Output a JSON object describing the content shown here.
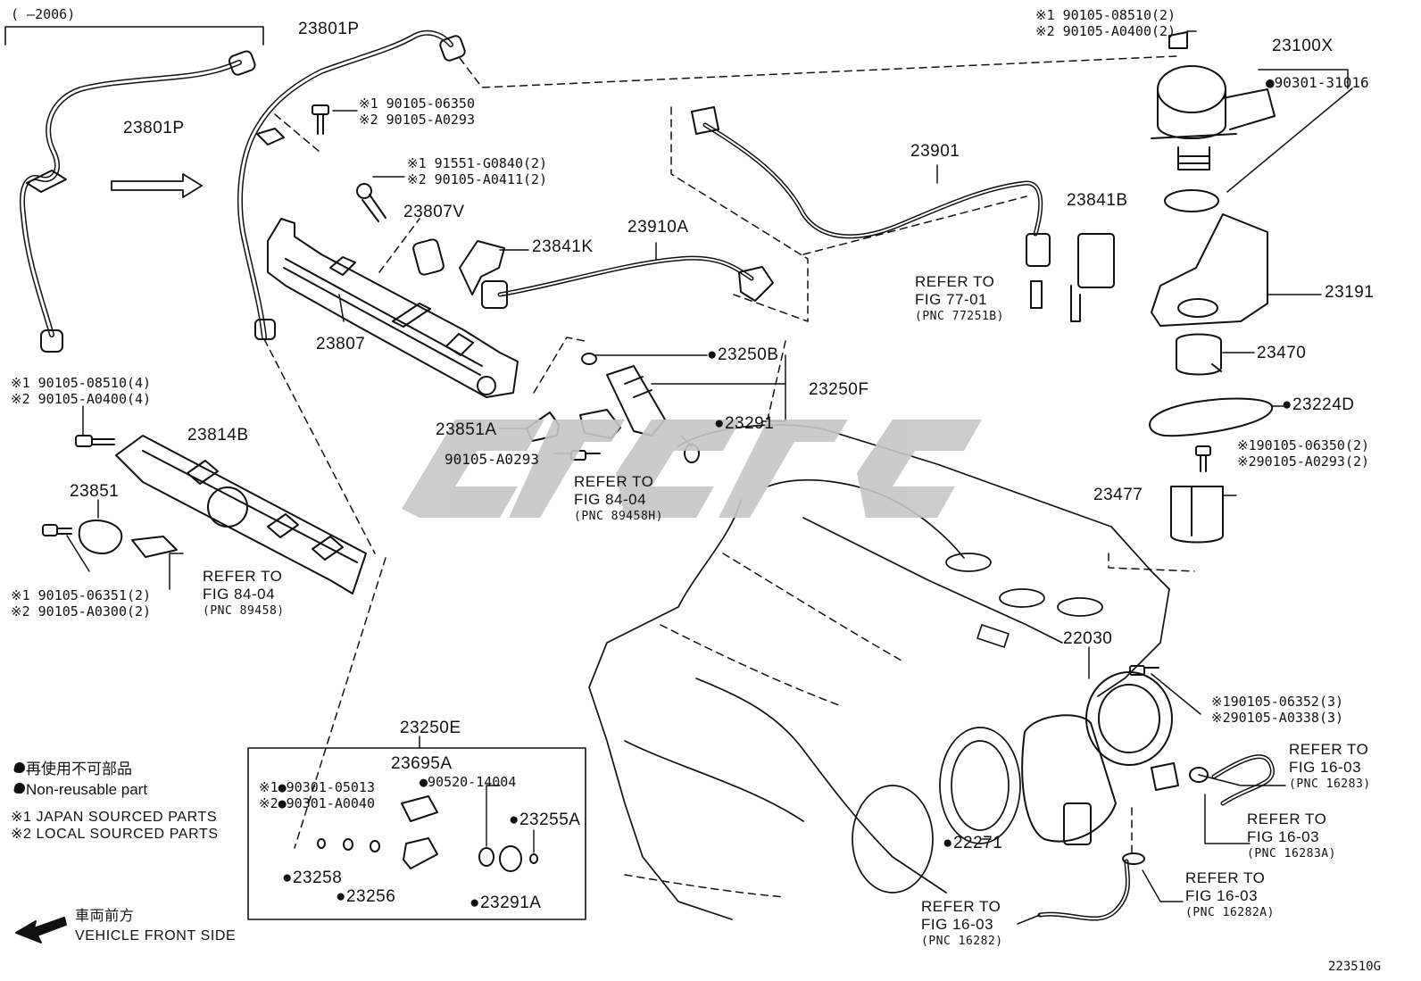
{
  "diagram": {
    "figure_id": "223510G",
    "date_range": "(    –2006)",
    "legend": {
      "non_reusable_jp": "● 再使用不可部品",
      "non_reusable_en": "● Non-reusable part",
      "japan": "※1  JAPAN SOURCED PARTS",
      "local": "※2  LOCAL SOURCED PARTS"
    },
    "front_side": {
      "jp": "車両前方",
      "en": "VEHICLE FRONT SIDE"
    },
    "parts": {
      "p23801P_a": "23801P",
      "p23801P_b": "23801P",
      "p23807V": "23807V",
      "p23841K": "23841K",
      "p23910A": "23910A",
      "p23807": "23807",
      "p23901": "23901",
      "p23841B": "23841B",
      "p23100X": "23100X",
      "p23191": "23191",
      "p23470": "23470",
      "p23224D": "●23224D",
      "p23477": "23477",
      "p23250B": "●23250B",
      "p23250F": "23250F",
      "p23291": "●23291",
      "p23851A": "23851A",
      "p23814B": "23814B",
      "p23851": "23851",
      "p22030": "22030",
      "p22271": "●22271",
      "p23250E": "23250E",
      "p23695A": "23695A",
      "p23255A": "●23255A",
      "p23258": "●23258",
      "p23256": "●23256",
      "p23291A": "●23291A",
      "bolt_90105_A0293": "90105-A0293"
    },
    "callouts": {
      "c1": [
        "※1 90105-06350",
        "※2 90105-A0293"
      ],
      "c2": [
        "※1 91551-G0840(2)",
        "※2 90105-A0411(2)"
      ],
      "c3": [
        "※1 90105-08510(2)",
        "※2 90105-A0400(2)"
      ],
      "c4": "●90301-31016",
      "c5": [
        "※1 90105-08510(4)",
        "※2 90105-A0400(4)"
      ],
      "c6": [
        "※1 90105-06351(2)",
        "※2 90105-A0300(2)"
      ],
      "c7": [
        "※190105-06350(2)",
        "※290105-A0293(2)"
      ],
      "c8": [
        "※190105-06352(3)",
        "※290105-A0338(3)"
      ],
      "c9": [
        "※1●90301-05013",
        "※2●90301-A0040"
      ],
      "c10": "●90520-14004"
    },
    "refers": {
      "r1": {
        "a": "REFER TO",
        "b": "FIG 77-01",
        "c": "(PNC 77251B)"
      },
      "r2": {
        "a": "REFER TO",
        "b": "FIG 84-04",
        "c": "(PNC 89458H)"
      },
      "r3": {
        "a": "REFER TO",
        "b": "FIG 84-04",
        "c": "(PNC 89458)"
      },
      "r4": {
        "a": "REFER TO",
        "b": "FIG 16-03",
        "c": "(PNC 16283)"
      },
      "r5": {
        "a": "REFER TO",
        "b": "FIG 16-03",
        "c": "(PNC 16283A)"
      },
      "r6": {
        "a": "REFER TO",
        "b": "FIG 16-03",
        "c": "(PNC 16282A)"
      },
      "r7": {
        "a": "REFER TO",
        "b": "FIG 16-03",
        "c": "(PNC 16282)"
      }
    },
    "colors": {
      "ink": "#111111",
      "watermark": "#c8c8c8",
      "background": "#ffffff"
    }
  }
}
